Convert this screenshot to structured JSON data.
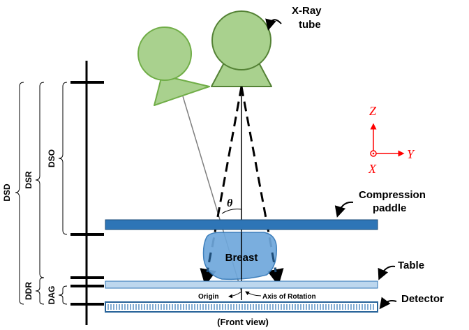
{
  "labels": {
    "xray_tube": [
      "X-Ray",
      "tube"
    ],
    "compression_paddle": [
      "Compression",
      "paddle"
    ],
    "table": "Table",
    "detector": "Detector",
    "breast": "Breast",
    "theta": "θ",
    "origin": "Origin",
    "axis_of_rotation": "Axis of Rotation",
    "front_view": "(Front view)"
  },
  "dimensions": {
    "dsd": "DSD",
    "dsr": "DSR",
    "dso": "DSO",
    "ddr": "DDR",
    "dag": "DAG"
  },
  "axes": {
    "z": "Z",
    "y": "Y",
    "x": "X"
  },
  "colors": {
    "tube_fill": "#a9d18e",
    "tube_fill_rotated": "#a9d18e",
    "tube_stroke": "#548235",
    "paddle_fill": "#2e75b6",
    "breast_fill": "#6fa8dc",
    "table_fill": "#9dc3e6",
    "axis_red": "#ff0000"
  }
}
